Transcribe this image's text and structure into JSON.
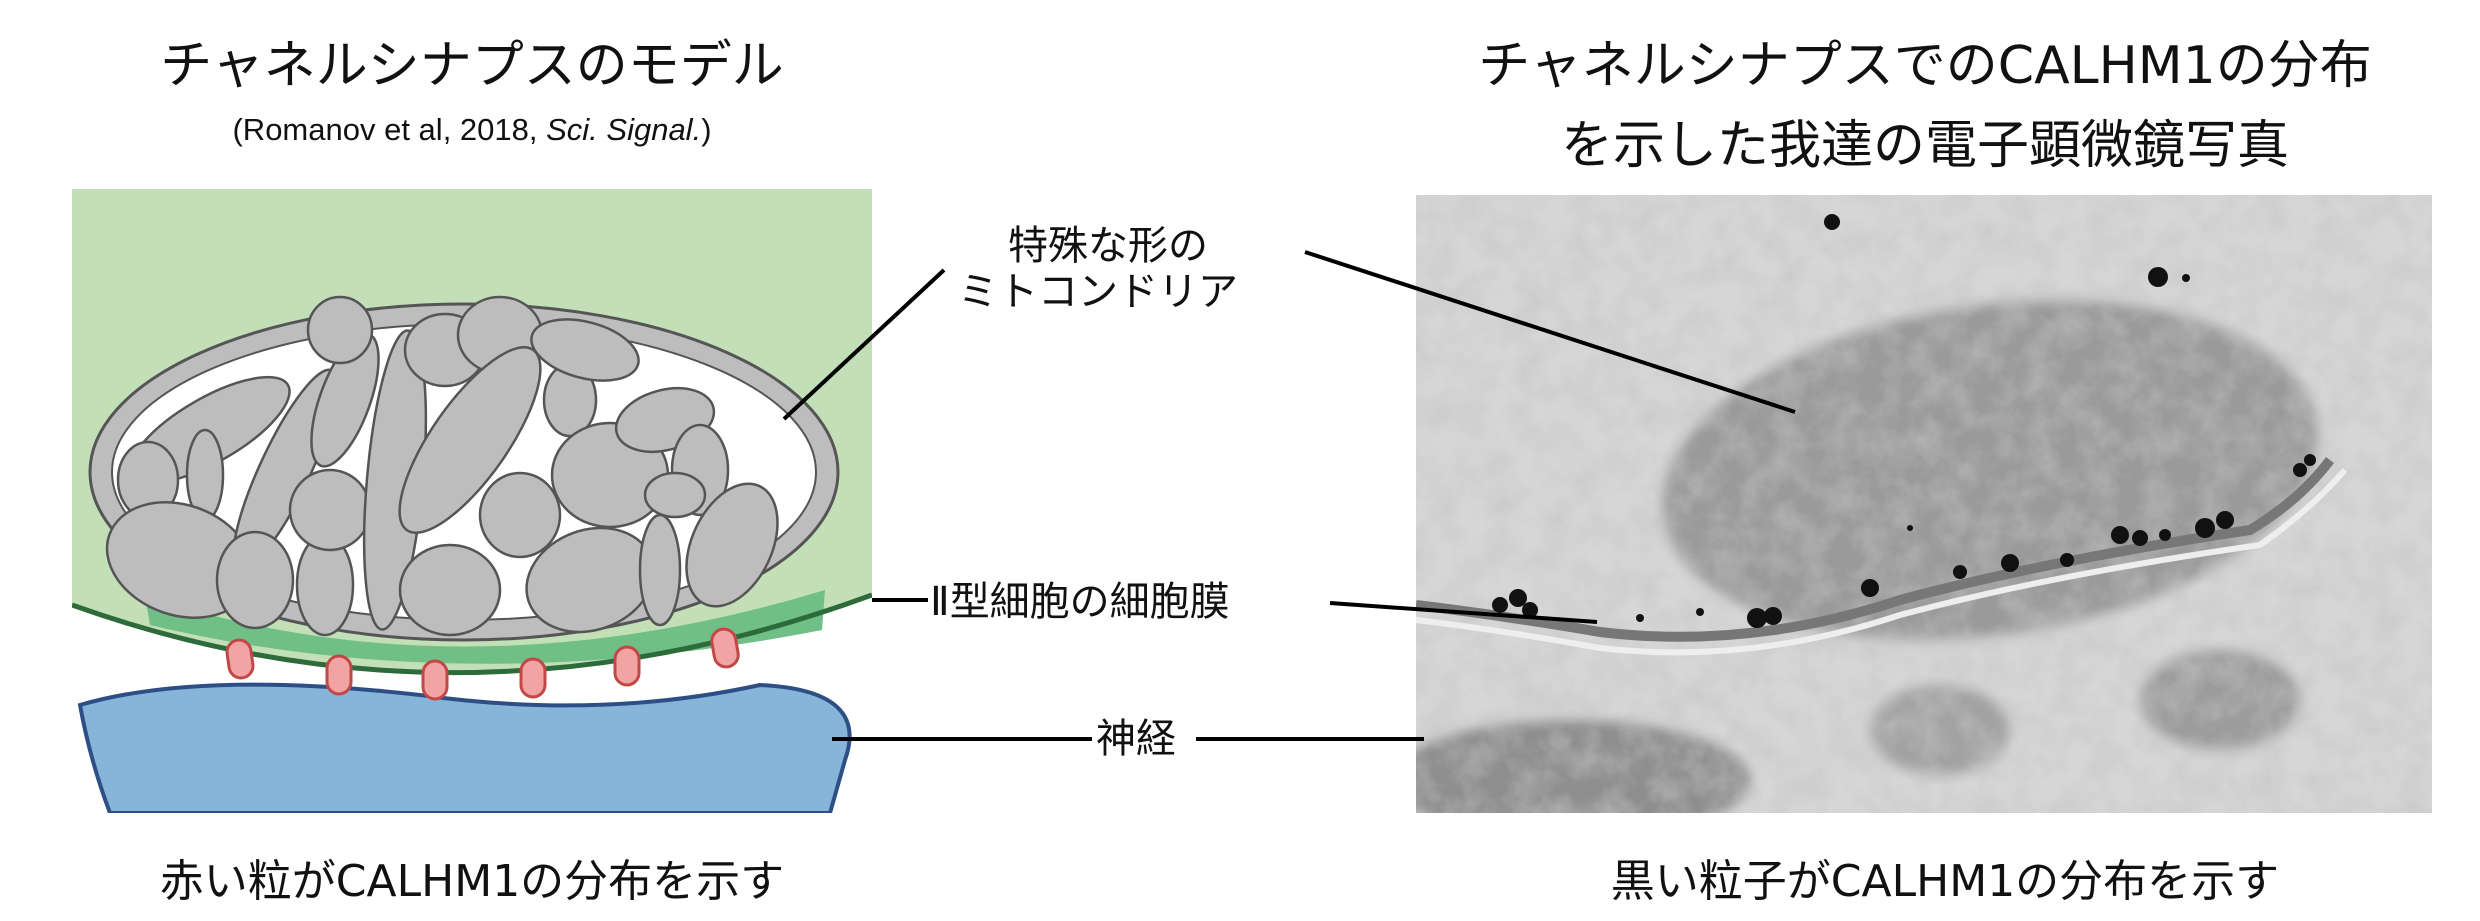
{
  "left_panel": {
    "title": "チャネルシナプスのモデル",
    "citation_prefix": "(Romanov et al, 2018, ",
    "citation_journal": "Sci. Signal.",
    "citation_suffix": ")",
    "caption": "赤い粒がCALHM1の分布を示す"
  },
  "right_panel": {
    "title_line1": "チャネルシナプスでのCALHM1の分布",
    "title_line2": "を示した我達の電子顕微鏡写真",
    "caption": "黒い粒子がCALHM1の分布を示す"
  },
  "labels": {
    "mitochondria_line1": "特殊な形の",
    "mitochondria_line2": "ミトコンドリア",
    "membrane": "Ⅱ型細胞の細胞膜",
    "nerve": "神経"
  },
  "colors": {
    "cell_bg": "#c2dfb8",
    "membrane_band": "#6fbf86",
    "membrane_line": "#2e6b3a",
    "channel": "#f2a3a3",
    "nerve": "#87b5d9",
    "mito_gray": "#bdbdbd"
  }
}
